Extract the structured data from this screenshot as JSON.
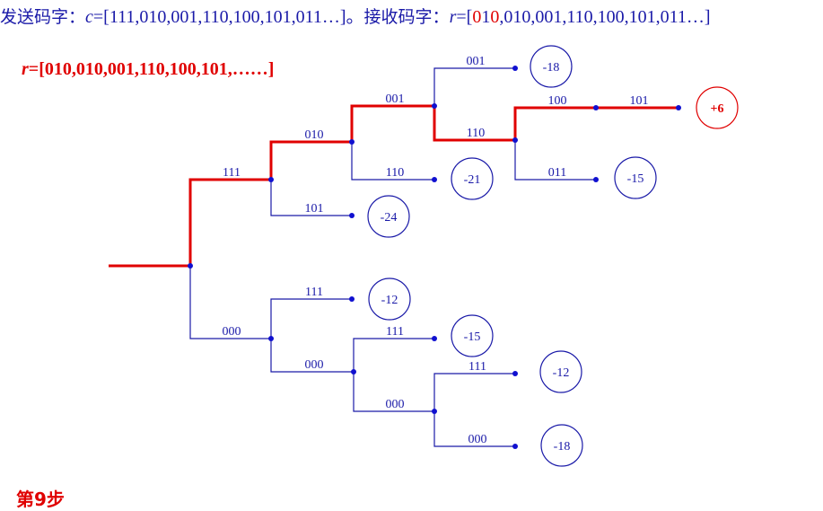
{
  "header": {
    "send_label": "发送码字：",
    "send_var": "c",
    "send_value": "=[111,010,001,110,100,101,011…]。",
    "recv_label": "接收码字：",
    "recv_var": "r",
    "recv_open": "=[",
    "recv_err1": "0",
    "recv_mid": "1",
    "recv_err2": "0",
    "recv_rest": ",010,001,110,100,101,011…]"
  },
  "received_path": {
    "var": "r",
    "value": "=[010,010,001,110,100,101,……]"
  },
  "step_label": "第9步",
  "tree": {
    "branch_labels": [
      "111",
      "000",
      "010",
      "101",
      "111",
      "000",
      "001",
      "110",
      "111",
      "000",
      "001",
      "110",
      "100",
      "011",
      "101",
      "111",
      "000"
    ],
    "metrics": [
      "-24",
      "-21",
      "-18",
      "-15",
      "+6",
      "-12",
      "-15",
      "-12",
      "-18"
    ]
  },
  "colors": {
    "tree_line": "#1a1aa8",
    "path_highlight": "#e00000",
    "text_blue": "#1a1aa8",
    "node_dot": "#1010d0"
  }
}
